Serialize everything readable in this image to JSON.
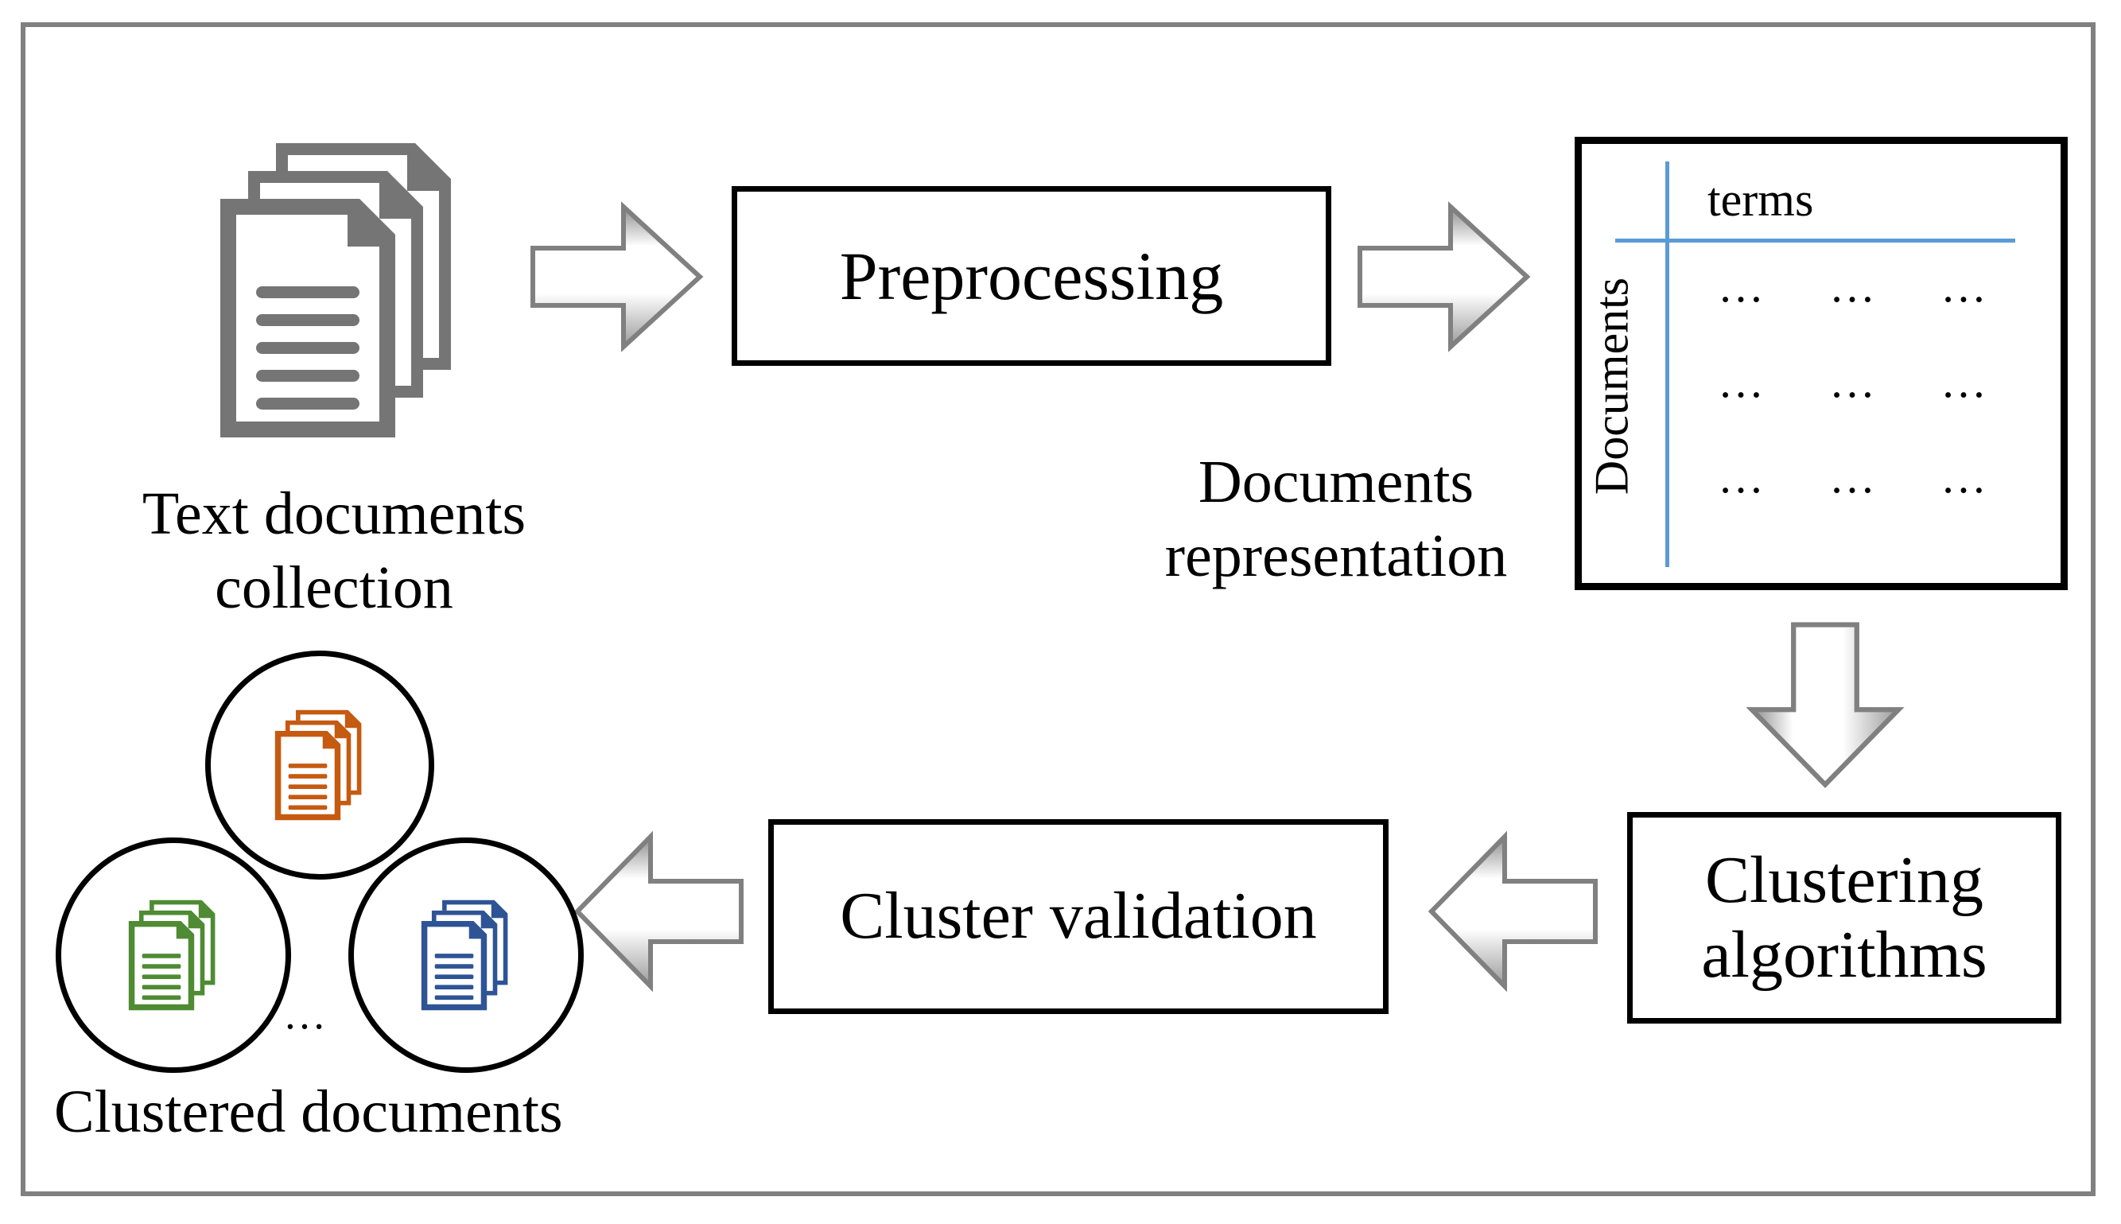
{
  "diagram": {
    "title": "Text document clustering process",
    "frame_color": "#808080",
    "accent_blue": "#5b9bd5",
    "cluster_colors": {
      "orange": "#c55a11",
      "green": "#4e8b33",
      "blue": "#2e5496"
    }
  },
  "nodes": {
    "preprocessing": {
      "label": "Preprocessing"
    },
    "cluster_validation": {
      "label": "Cluster validation"
    },
    "clustering_algorithms": {
      "label": "Clustering\nalgorithms"
    }
  },
  "labels": {
    "text_documents_collection": "Text documents\ncollection",
    "documents_representation": "Documents\nrepresentation",
    "clustered_documents": "Clustered documents",
    "cluster_ellipsis": "…"
  },
  "matrix": {
    "columns_axis_label": "terms",
    "rows_axis_label": "Documents",
    "cells": [
      [
        "…",
        "…",
        "…"
      ],
      [
        "…",
        "…",
        "…"
      ],
      [
        "…",
        "…",
        "…"
      ]
    ]
  },
  "icons": {
    "documents_stack_gray": "document-stack-icon",
    "cluster_orange": "document-stack-icon",
    "cluster_green": "document-stack-icon",
    "cluster_blue": "document-stack-icon",
    "arrow_right_1": "arrow-right-icon",
    "arrow_right_2": "arrow-right-icon",
    "arrow_down": "arrow-down-icon",
    "arrow_left_1": "arrow-left-icon",
    "arrow_left_2": "arrow-left-icon"
  }
}
